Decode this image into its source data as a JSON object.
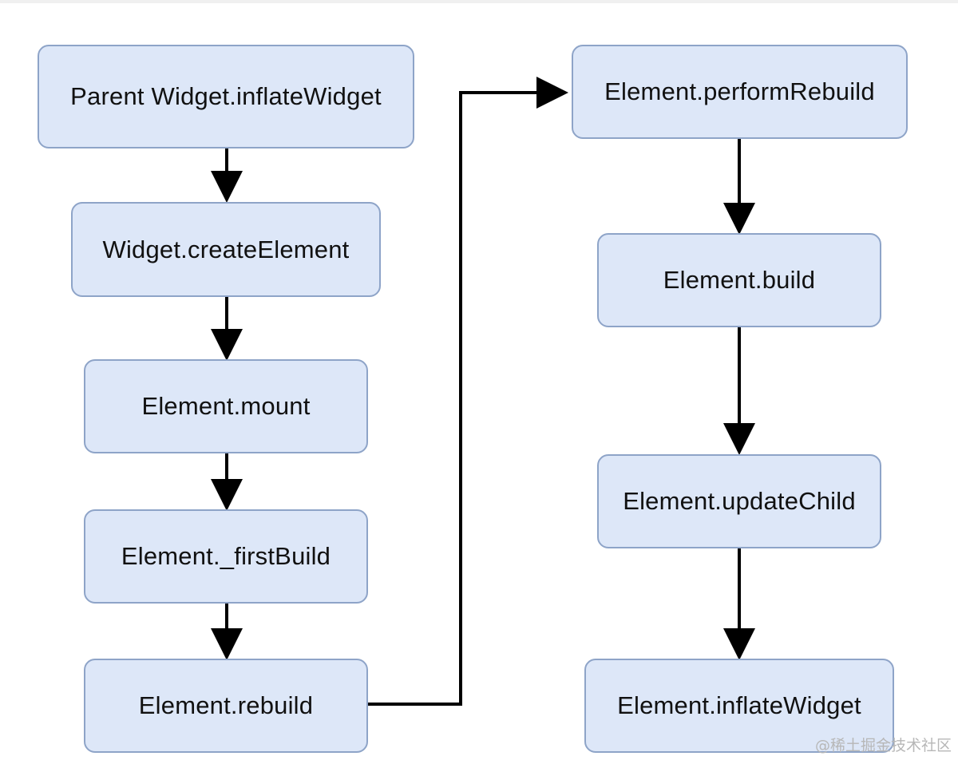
{
  "diagram": {
    "nodes": [
      {
        "id": "n1",
        "label": "Parent Widget.inflateWidget"
      },
      {
        "id": "n2",
        "label": "Widget.createElement"
      },
      {
        "id": "n3",
        "label": "Element.mount"
      },
      {
        "id": "n4",
        "label": "Element._firstBuild"
      },
      {
        "id": "n5",
        "label": "Element.rebuild"
      },
      {
        "id": "n6",
        "label": "Element.performRebuild"
      },
      {
        "id": "n7",
        "label": "Element.build"
      },
      {
        "id": "n8",
        "label": "Element.updateChild"
      },
      {
        "id": "n9",
        "label": "Element.inflateWidget"
      }
    ],
    "edges": [
      {
        "from": "n1",
        "to": "n2"
      },
      {
        "from": "n2",
        "to": "n3"
      },
      {
        "from": "n3",
        "to": "n4"
      },
      {
        "from": "n4",
        "to": "n5"
      },
      {
        "from": "n5",
        "to": "n6"
      },
      {
        "from": "n6",
        "to": "n7"
      },
      {
        "from": "n7",
        "to": "n8"
      },
      {
        "from": "n8",
        "to": "n9"
      }
    ],
    "colors": {
      "node_fill": "#dde7f8",
      "node_border": "#8ea4c8",
      "arrow": "#000000",
      "text": "#111111"
    }
  },
  "watermark": "@稀土掘金技术社区"
}
